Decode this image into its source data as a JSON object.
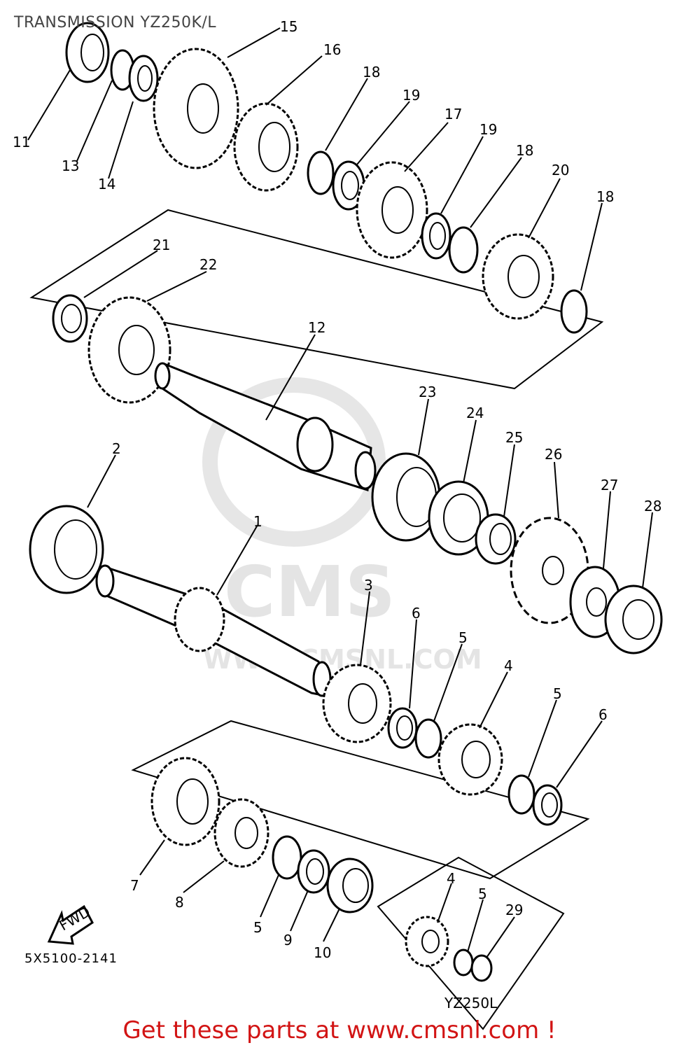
{
  "title": "TRANSMISSION YZ250K/L",
  "footer": "Get these parts at www.cmsnl.com !",
  "watermark": {
    "brand": "CMS",
    "url": "WWW.CMSNL.COM",
    "color": "#e4e4e4"
  },
  "diagram_code": "5X5100-2141",
  "fwd_label": "FWD",
  "inset_label": "YZ250L",
  "footer_color": "#d21414",
  "callouts": [
    "11",
    "13",
    "14",
    "15",
    "16",
    "18",
    "19",
    "17",
    "19",
    "18",
    "20",
    "18",
    "21",
    "22",
    "12",
    "23",
    "24",
    "25",
    "26",
    "27",
    "28",
    "2",
    "1",
    "3",
    "6",
    "5",
    "4",
    "5",
    "6",
    "7",
    "8",
    "5",
    "9",
    "10",
    "4",
    "5",
    "29"
  ]
}
